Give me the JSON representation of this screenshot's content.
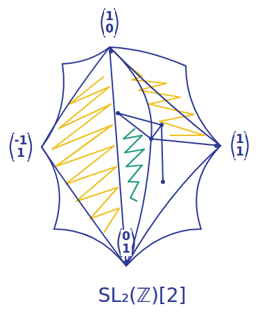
{
  "diagram": {
    "caption": "SL₂(ℤ)[2]",
    "labels": [
      "1 0",
      "-1 1",
      "1 1",
      "0 1"
    ]
  }
}
